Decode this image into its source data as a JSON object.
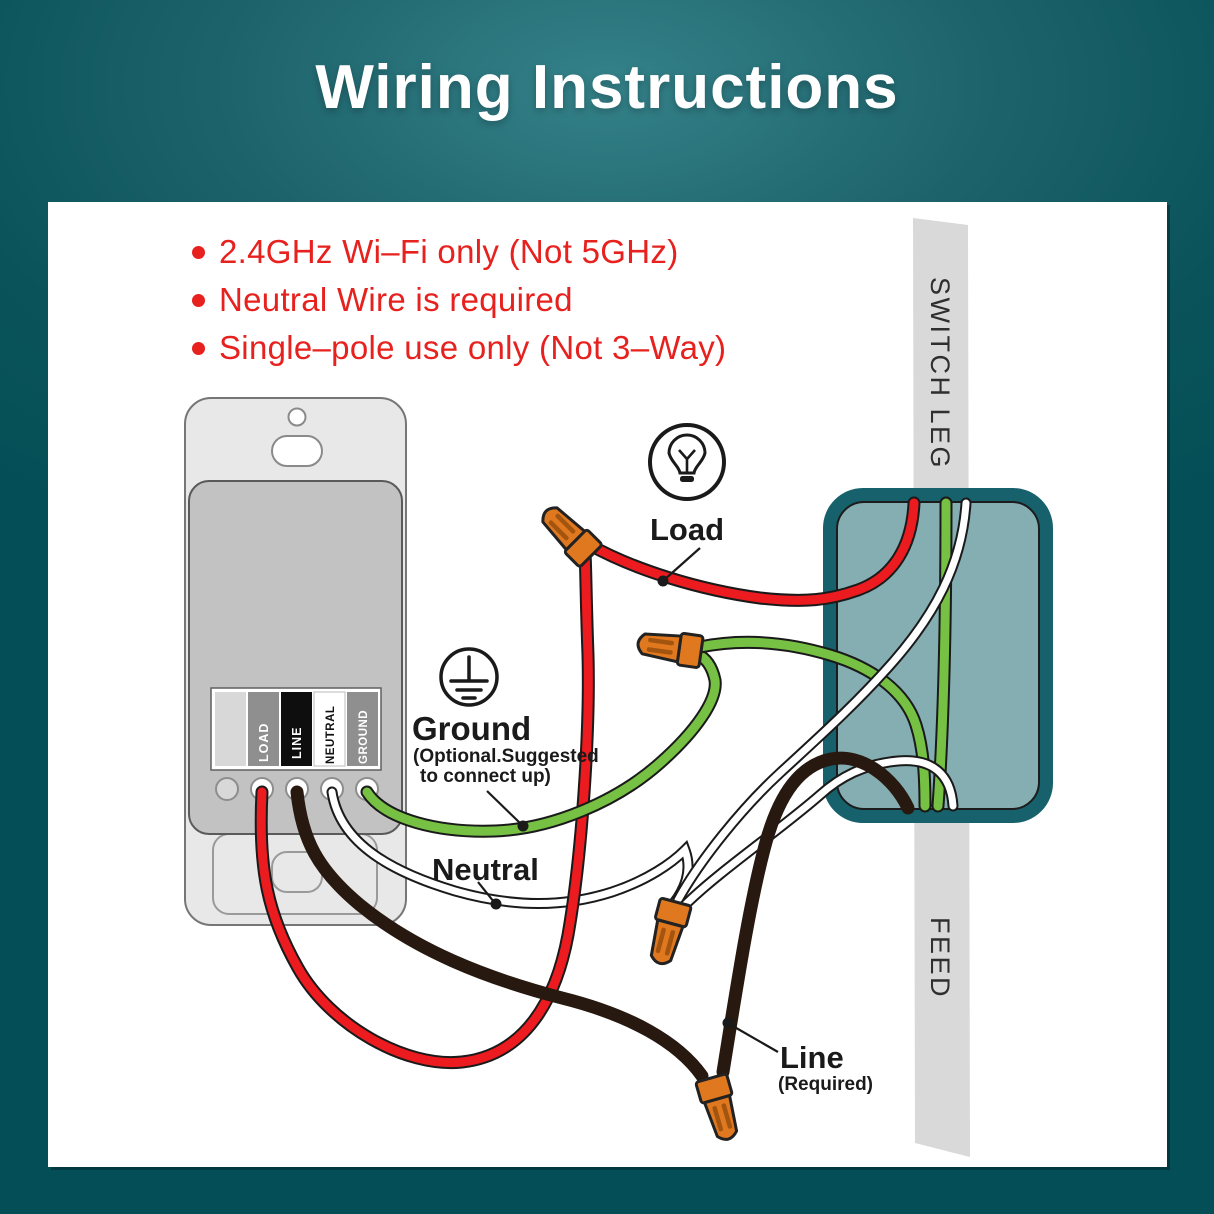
{
  "title": "Wiring Instructions",
  "notes": [
    "2.4GHz Wi–Fi only (Not 5GHz)",
    "Neutral Wire is required",
    "Single–pole use only (Not 3–Way)"
  ],
  "device": {
    "terminals": [
      "LOAD",
      "LINE",
      "NEUTRAL",
      "GROUND"
    ]
  },
  "labels": {
    "load": "Load",
    "ground": "Ground",
    "ground_note1": "(Optional.Suggested",
    "ground_note2": "to connect up)",
    "neutral": "Neutral",
    "line": "Line",
    "line_note": "(Required)"
  },
  "cables": {
    "switch_leg": "SWITCH LEG",
    "feed": "FEED"
  },
  "icons": {
    "load": "light-bulb-icon",
    "ground": "ground-symbol-icon"
  },
  "colors": {
    "background_teal": "#0a535b",
    "note_red": "#e6211e",
    "wire_red": "#ec1b1f",
    "wire_green": "#76c043",
    "wire_black": "#27190f",
    "wire_white": "#ffffff",
    "wire_nut_orange": "#e0781f",
    "junction_box_border": "#16616b",
    "junction_box_fill": "#85aeb2",
    "stud_gray": "#d9d9d9",
    "plate_gray": "#e8e8e8",
    "module_gray": "#c2c2c2"
  }
}
